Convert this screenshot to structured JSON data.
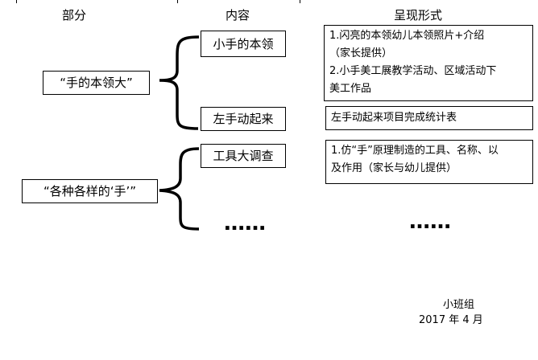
{
  "headers": {
    "part": "部分",
    "content": "内容",
    "format": "呈现形式"
  },
  "groups": [
    {
      "part": "“手的本领大”",
      "items": [
        {
          "content": "小手的本领",
          "format": [
            "1.闪亮的本领幼儿本领照片+介绍",
            "（家长提供）",
            "2.小手美工展教学活动、区域活动下",
            "美工作品"
          ]
        },
        {
          "content": "左手动起来",
          "format": [
            "左手动起来项目完成统计表"
          ]
        }
      ]
    },
    {
      "part": "“各种各样的‘手’”",
      "items": [
        {
          "content": "工具大调查",
          "format": [
            "1.仿“手”原理制造的工具、名称、以",
            "及作用（家长与幼儿提供）"
          ]
        },
        {
          "content": "……",
          "format": [
            "……"
          ]
        }
      ]
    }
  ],
  "footer": {
    "group": "小班组",
    "date": "2017 年 4 月"
  }
}
